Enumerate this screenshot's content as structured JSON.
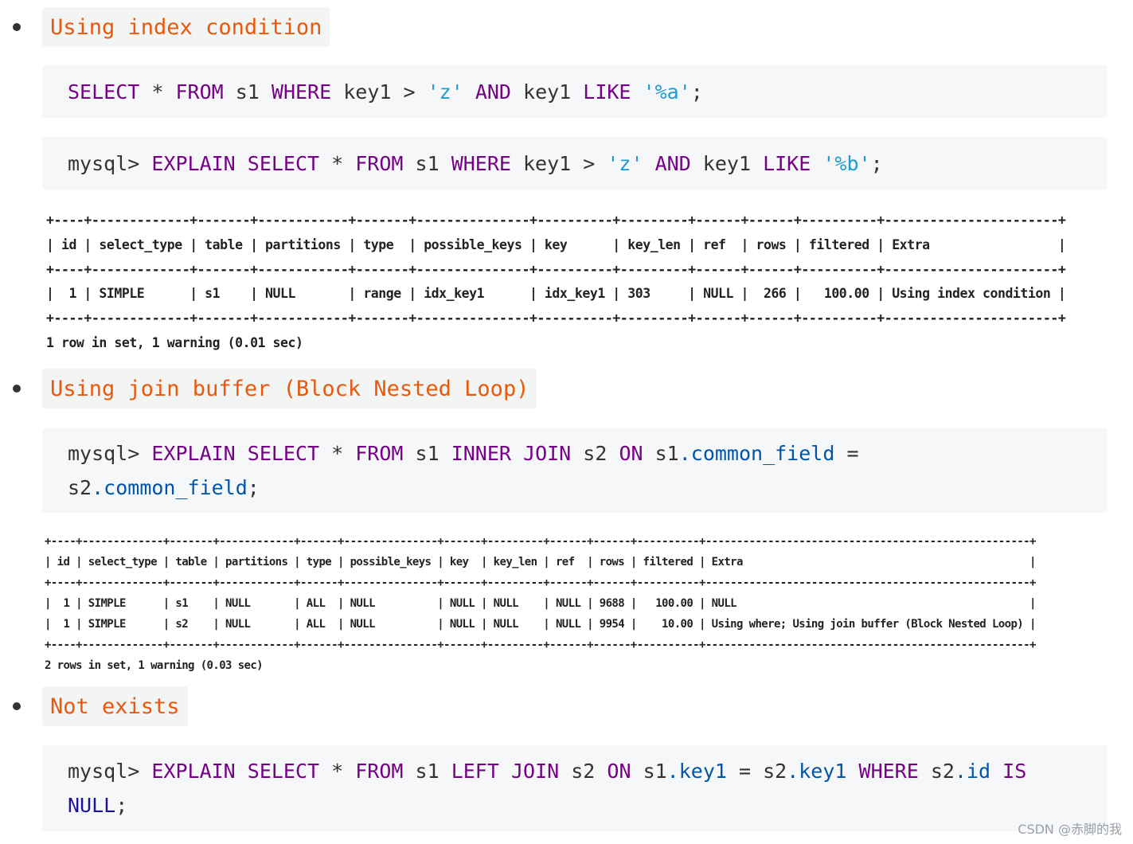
{
  "sections": [
    {
      "heading": "Using index condition",
      "code_blocks": [
        {
          "lines": [
            [
              {
                "t": "SELECT",
                "c": "kw"
              },
              {
                "t": " * ",
                "c": ""
              },
              {
                "t": "FROM",
                "c": "kw"
              },
              {
                "t": " s1 ",
                "c": ""
              },
              {
                "t": "WHERE",
                "c": "kw"
              },
              {
                "t": " key1 > ",
                "c": ""
              },
              {
                "t": "'z'",
                "c": "str"
              },
              {
                "t": " ",
                "c": ""
              },
              {
                "t": "AND",
                "c": "kw"
              },
              {
                "t": " key1 ",
                "c": ""
              },
              {
                "t": "LIKE",
                "c": "kw"
              },
              {
                "t": " ",
                "c": ""
              },
              {
                "t": "'%a'",
                "c": "str"
              },
              {
                "t": ";",
                "c": ""
              }
            ]
          ]
        },
        {
          "lines": [
            [
              {
                "t": "mysql> ",
                "c": ""
              },
              {
                "t": "EXPLAIN",
                "c": "kw"
              },
              {
                "t": " ",
                "c": ""
              },
              {
                "t": "SELECT",
                "c": "kw"
              },
              {
                "t": " * ",
                "c": ""
              },
              {
                "t": "FROM",
                "c": "kw"
              },
              {
                "t": " s1 ",
                "c": ""
              },
              {
                "t": "WHERE",
                "c": "kw"
              },
              {
                "t": " key1 > ",
                "c": ""
              },
              {
                "t": "'z'",
                "c": "str"
              },
              {
                "t": " ",
                "c": ""
              },
              {
                "t": "AND",
                "c": "kw"
              },
              {
                "t": " key1 ",
                "c": ""
              },
              {
                "t": "LIKE",
                "c": "kw"
              },
              {
                "t": " ",
                "c": ""
              },
              {
                "t": "'%b'",
                "c": "str"
              },
              {
                "t": ";",
                "c": ""
              }
            ]
          ]
        }
      ],
      "result_lines": [
        "+----+-------------+-------+------------+-------+---------------+----------+---------+------+------+----------+-----------------------+",
        "| id | select_type | table | partitions | type  | possible_keys | key      | key_len | ref  | rows | filtered | Extra                 |",
        "+----+-------------+-------+------------+-------+---------------+----------+---------+------+------+----------+-----------------------+",
        "|  1 | SIMPLE      | s1    | NULL       | range | idx_key1      | idx_key1 | 303     | NULL |  266 |   100.00 | Using index condition |",
        "+----+-------------+-------+------------+-------+---------------+----------+---------+------+------+----------+-----------------------+",
        "1 row in set, 1 warning (0.01 sec)"
      ]
    },
    {
      "heading": "Using join buffer (Block Nested Loop)",
      "code_blocks": [
        {
          "lines": [
            [
              {
                "t": "mysql> ",
                "c": ""
              },
              {
                "t": "EXPLAIN",
                "c": "kw"
              },
              {
                "t": " ",
                "c": ""
              },
              {
                "t": "SELECT",
                "c": "kw"
              },
              {
                "t": " * ",
                "c": ""
              },
              {
                "t": "FROM",
                "c": "kw"
              },
              {
                "t": " s1 ",
                "c": ""
              },
              {
                "t": "INNER",
                "c": "kw"
              },
              {
                "t": " ",
                "c": ""
              },
              {
                "t": "JOIN",
                "c": "kw"
              },
              {
                "t": " s2 ",
                "c": ""
              },
              {
                "t": "ON",
                "c": "kw"
              },
              {
                "t": " s1",
                "c": ""
              },
              {
                "t": ".common_field",
                "c": "prop"
              },
              {
                "t": " =",
                "c": ""
              }
            ],
            [
              {
                "t": "s2",
                "c": ""
              },
              {
                "t": ".common_field",
                "c": "prop"
              },
              {
                "t": ";",
                "c": ""
              }
            ]
          ]
        }
      ],
      "result_lines": [
        "+----+-------------+-------+------------+------+---------------+------+---------+------+------+----------+----------------------------------------------------+",
        "| id | select_type | table | partitions | type | possible_keys | key  | key_len | ref  | rows | filtered | Extra                                              |",
        "+----+-------------+-------+------------+------+---------------+------+---------+------+------+----------+----------------------------------------------------+",
        "|  1 | SIMPLE      | s1    | NULL       | ALL  | NULL          | NULL | NULL    | NULL | 9688 |   100.00 | NULL                                               |",
        "|  1 | SIMPLE      | s2    | NULL       | ALL  | NULL          | NULL | NULL    | NULL | 9954 |    10.00 | Using where; Using join buffer (Block Nested Loop) |",
        "+----+-------------+-------+------------+------+---------------+------+---------+------+------+----------+----------------------------------------------------+",
        "2 rows in set, 1 warning (0.03 sec)"
      ]
    },
    {
      "heading": "Not exists",
      "code_blocks": [
        {
          "lines": [
            [
              {
                "t": "mysql> ",
                "c": ""
              },
              {
                "t": "EXPLAIN",
                "c": "kw"
              },
              {
                "t": " ",
                "c": ""
              },
              {
                "t": "SELECT",
                "c": "kw"
              },
              {
                "t": " * ",
                "c": ""
              },
              {
                "t": "FROM",
                "c": "kw"
              },
              {
                "t": " s1 ",
                "c": ""
              },
              {
                "t": "LEFT",
                "c": "kw"
              },
              {
                "t": " ",
                "c": ""
              },
              {
                "t": "JOIN",
                "c": "kw"
              },
              {
                "t": " s2 ",
                "c": ""
              },
              {
                "t": "ON",
                "c": "kw"
              },
              {
                "t": " s1",
                "c": ""
              },
              {
                "t": ".key1",
                "c": "prop"
              },
              {
                "t": " = s2",
                "c": ""
              },
              {
                "t": ".key1",
                "c": "prop"
              },
              {
                "t": " ",
                "c": ""
              },
              {
                "t": "WHERE",
                "c": "kw"
              },
              {
                "t": " s2",
                "c": ""
              },
              {
                "t": ".id",
                "c": "prop"
              },
              {
                "t": " ",
                "c": ""
              },
              {
                "t": "IS",
                "c": "kw"
              }
            ],
            [
              {
                "t": "NULL",
                "c": "atom"
              },
              {
                "t": ";",
                "c": ""
              }
            ]
          ]
        }
      ]
    }
  ],
  "watermark": "CSDN @赤脚的我",
  "colors": {
    "heading_text": "#e8590c",
    "keyword": "#770088",
    "string": "#1e9bd0",
    "property": "#0055aa",
    "atom": "#221199"
  }
}
